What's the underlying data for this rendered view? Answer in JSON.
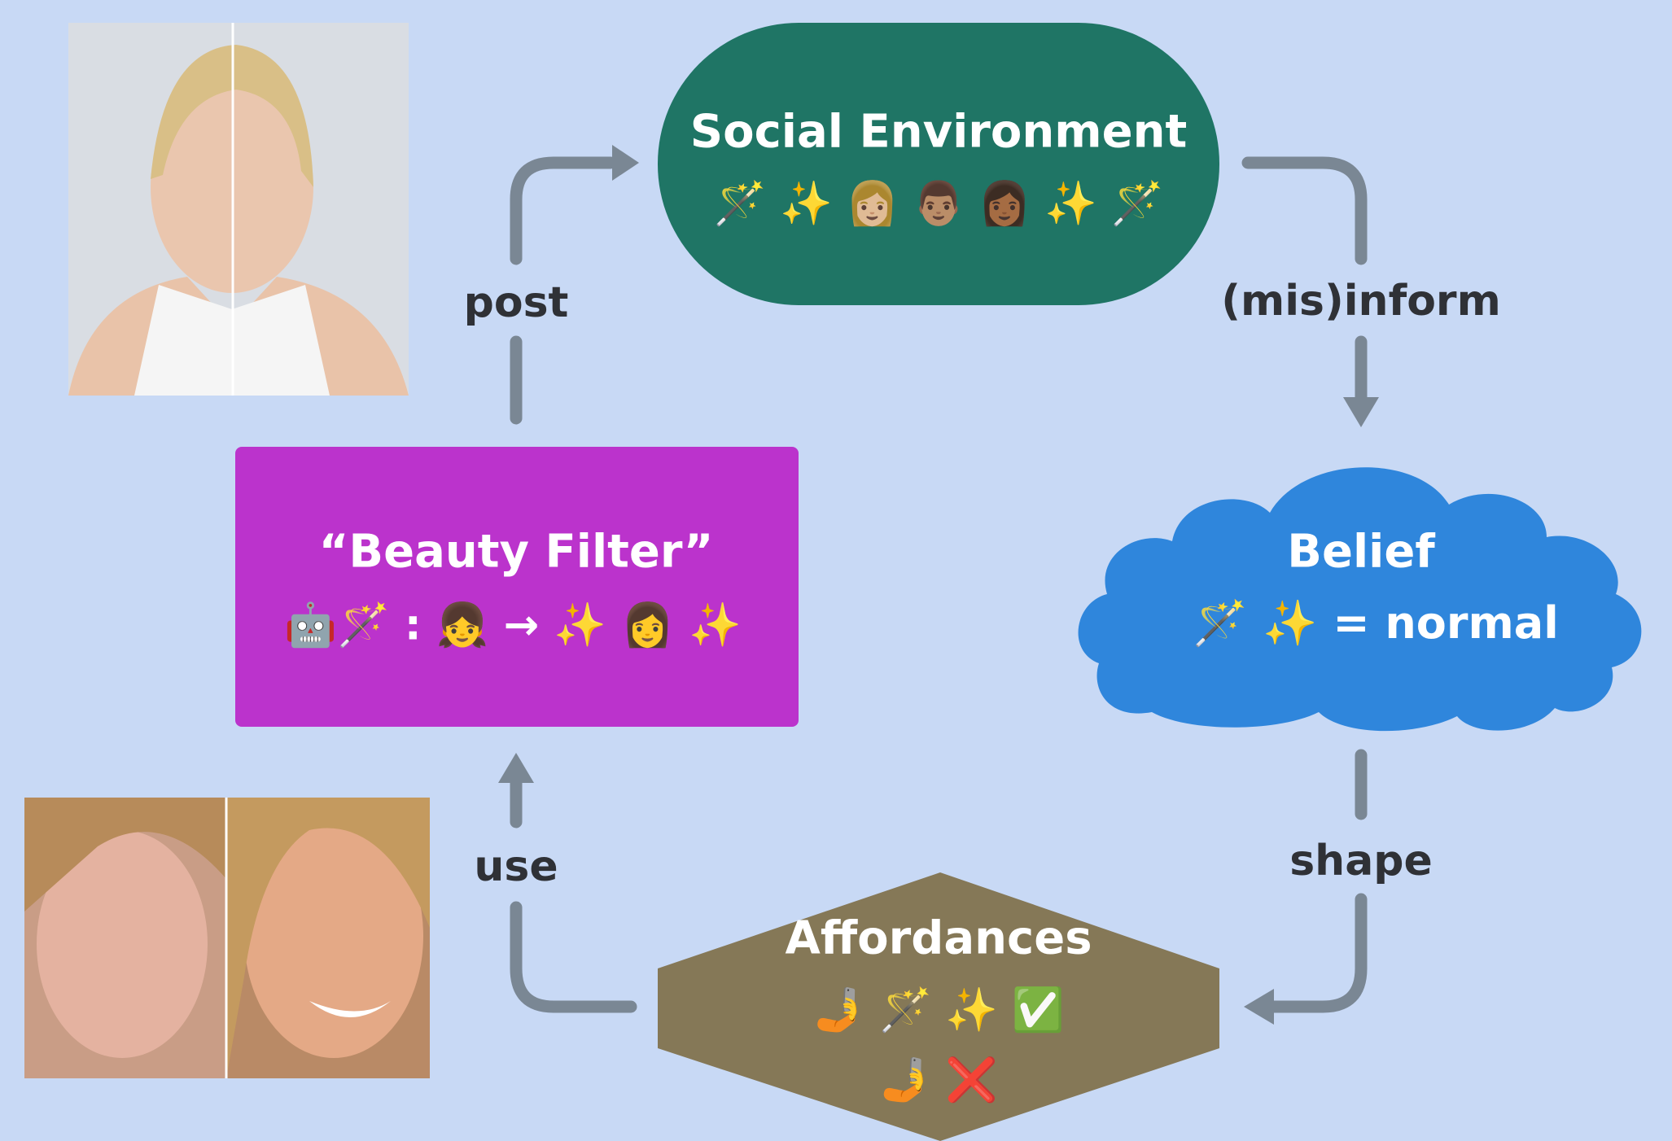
{
  "nodes": {
    "social": {
      "title": "Social Environment",
      "emoji": "🪄 ✨ 👩🏼 👨🏽 👩🏾 ✨ 🪄",
      "color": "#1f7565"
    },
    "belief": {
      "title": "Belief",
      "emoji": "🪄 ✨  = normal",
      "color": "#2f86dc"
    },
    "filter": {
      "title": "“Beauty Filter”",
      "emoji": "🤖🪄 : 👧 → ✨ 👩 ✨",
      "color": "#bb33cc"
    },
    "affordances": {
      "title": "Affordances",
      "emoji_1": "🤳 🪄 ✨ ✅",
      "emoji_2": "🤳 ❌",
      "color": "#857857"
    }
  },
  "edges": {
    "post": "post",
    "misinform": "(mis)inform",
    "shape": "shape",
    "use": "use"
  },
  "colors": {
    "background": "#c8d9f5",
    "arrow": "#7a8794",
    "label": "#2f3136"
  }
}
